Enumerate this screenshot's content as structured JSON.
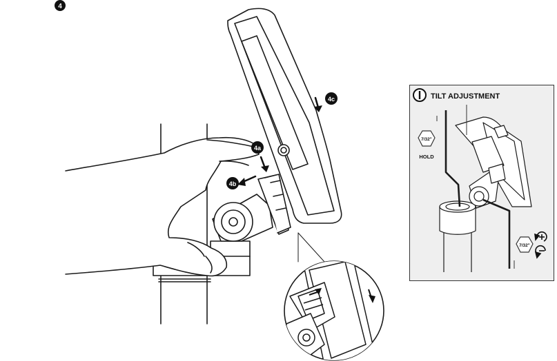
{
  "step": {
    "number": "4"
  },
  "callouts": {
    "a": "4a",
    "b": "4b",
    "c": "4c"
  },
  "inset": {
    "icon": "info-icon",
    "title": "TILT ADJUSTMENT",
    "hold_size": "7/32\"",
    "hold_label": "HOLD",
    "turn_size": "7/32\""
  },
  "colors": {
    "line": "#1a1a1a",
    "panel": "#efefef",
    "badge": "#111111"
  }
}
